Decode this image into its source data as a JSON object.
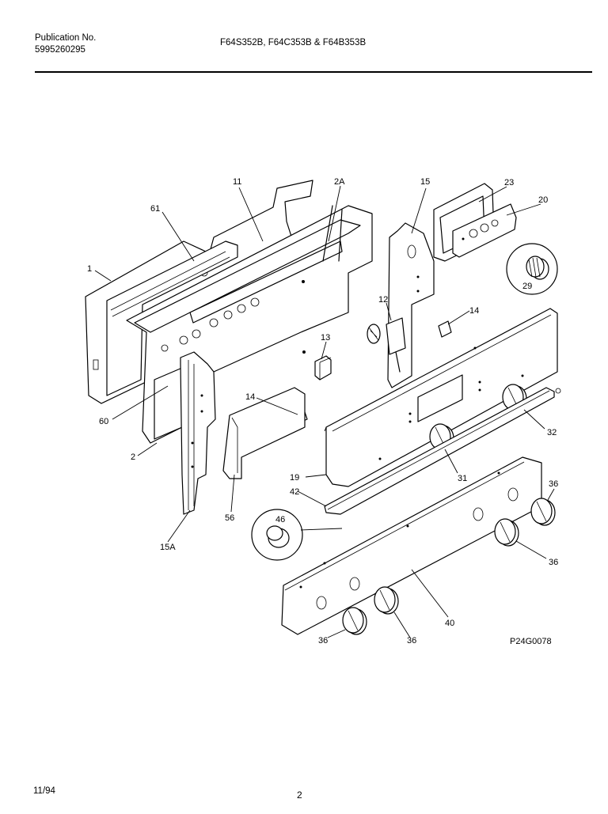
{
  "header": {
    "publication_label": "Publication No.",
    "publication_number": "5995260295",
    "models": "F64S352B, F64C353B & F64B353B"
  },
  "footer": {
    "date": "11/94",
    "page": "2"
  },
  "diagram": {
    "code": "P24G0078",
    "callouts": [
      "1",
      "61",
      "11",
      "2A",
      "15",
      "23",
      "20",
      "29",
      "12",
      "14",
      "13",
      "60",
      "2",
      "14",
      "32",
      "31",
      "19",
      "42",
      "56",
      "46",
      "15A",
      "36",
      "36",
      "36",
      "36",
      "40"
    ]
  }
}
